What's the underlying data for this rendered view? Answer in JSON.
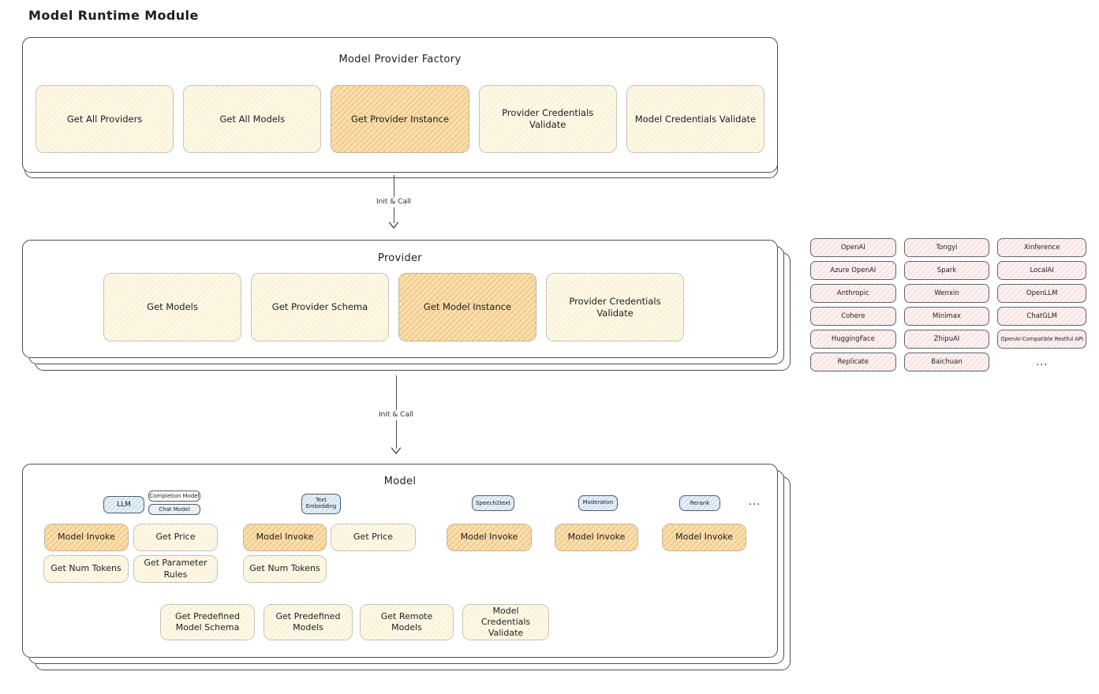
{
  "page": {
    "title": "Model Runtime Module"
  },
  "colors": {
    "node_cream": "#fdf9e8",
    "node_highlight": "#f9e2b8",
    "provider_pink": "#fdf2f2",
    "tab_blue": "#e6f0f8",
    "stroke_dark": "#4a4e54"
  },
  "arrows": {
    "label_1": "Init & Call",
    "label_2": "Init & Call"
  },
  "factory": {
    "title": "Model Provider Factory",
    "buttons": [
      {
        "label": "Get All Providers"
      },
      {
        "label": "Get All Models"
      },
      {
        "label": "Get Provider Instance"
      },
      {
        "label": "Provider Credentials Validate"
      },
      {
        "label": "Model Credentials Validate"
      }
    ]
  },
  "provider": {
    "title": "Provider",
    "buttons": [
      {
        "label": "Get Models"
      },
      {
        "label": "Get Provider Schema"
      },
      {
        "label": "Get Model Instance"
      },
      {
        "label": "Provider Credentials Validate"
      }
    ]
  },
  "providers_grid": {
    "items": [
      "OpenAI",
      "Tongyi",
      "Xinference",
      "Azure OpenAI",
      "Spark",
      "LocalAI",
      "Anthropic",
      "Wenxin",
      "OpenLLM",
      "Cohere",
      "Minimax",
      "ChatGLM",
      "HuggingFace",
      "ZhipuAI",
      "OpenAI-Compatible Restful API",
      "Replicate",
      "Baichuan"
    ],
    "more": "..."
  },
  "model": {
    "title": "Model",
    "tabs": {
      "llm": "LLM",
      "completion_model": "Completion Model",
      "chat_model": "Chat Model",
      "text_embedding": "Text Embedding",
      "speech2text": "Speech2text",
      "moderation": "Moderation",
      "rerank": "Rerank",
      "more": "..."
    },
    "llm": {
      "model_invoke": "Model Invoke",
      "get_price": "Get Price",
      "get_num_tokens": "Get Num Tokens",
      "get_parameter_rules": "Get Parameter Rules"
    },
    "text_embedding": {
      "model_invoke": "Model Invoke",
      "get_price": "Get Price",
      "get_num_tokens": "Get Num Tokens"
    },
    "speech2text": {
      "model_invoke": "Model Invoke"
    },
    "moderation": {
      "model_invoke": "Model Invoke"
    },
    "rerank": {
      "model_invoke": "Model Invoke"
    },
    "bottom_buttons": [
      {
        "label": "Get Predefined Model Schema"
      },
      {
        "label": "Get Predefined Models"
      },
      {
        "label": "Get Remote Models"
      },
      {
        "label": "Model Credentials Validate"
      }
    ]
  }
}
